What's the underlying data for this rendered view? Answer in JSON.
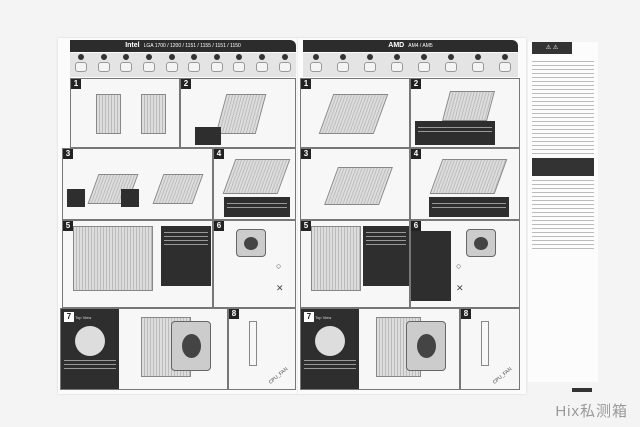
{
  "intel": {
    "title": "Intel",
    "sockets": "LGA 1700 / 1200 / 1151 / 1155 / 1151 / 1150",
    "steps": [
      "1",
      "2",
      "3",
      "4",
      "5",
      "6",
      "7",
      "8"
    ],
    "parts": [
      "1",
      "2",
      "3",
      "4",
      "5",
      "6",
      "7",
      "8",
      "9",
      "10"
    ]
  },
  "amd": {
    "title": "AMD",
    "sockets": "AM4 / AM5",
    "steps": [
      "1",
      "2",
      "3",
      "4",
      "5",
      "6",
      "7",
      "8"
    ],
    "parts": [
      "1",
      "2",
      "3",
      "4",
      "5",
      "6",
      "7",
      "8"
    ]
  },
  "labels": {
    "top_view": "Top View",
    "cpu_fan": "CPU_FAN",
    "top_view_r": "Top View",
    "cpu_fan_r": "CPU_FAN"
  },
  "watermark": "Hix私测箱"
}
